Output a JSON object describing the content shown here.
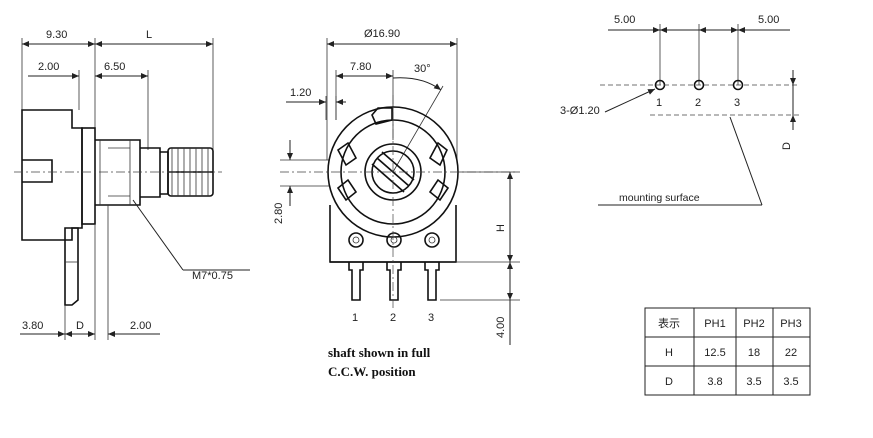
{
  "side_view": {
    "dim_9_30": "9.30",
    "dim_L": "L",
    "dim_2_00_top": "2.00",
    "dim_6_50": "6.50",
    "dim_thread": "M7*0.75",
    "dim_3_80": "3.80",
    "dim_D": "D",
    "dim_2_00_bottom": "2.00"
  },
  "front_view": {
    "dim_diameter": "Ø16.90",
    "dim_7_80": "7.80",
    "dim_angle": "30°",
    "dim_1_20": "1.20",
    "dim_2_80": "2.80",
    "dim_H": "H",
    "dim_4_00": "4.00",
    "pin_labels": [
      "1",
      "2",
      "3"
    ],
    "caption_line1": "shaft shown in full",
    "caption_line2": "C.C.W. position"
  },
  "pcb_layout": {
    "dim_5_00_left": "5.00",
    "dim_5_00_right": "5.00",
    "dim_holes": "3-Ø1.20",
    "pin_labels": [
      "1",
      "2",
      "3"
    ],
    "dim_D": "D",
    "mounting_label": "mounting surface"
  },
  "table": {
    "headers": [
      "表示",
      "PH1",
      "PH2",
      "PH3"
    ],
    "rows": [
      [
        "H",
        "12.5",
        "18",
        "22"
      ],
      [
        "D",
        "3.8",
        "3.5",
        "3.5"
      ]
    ]
  }
}
